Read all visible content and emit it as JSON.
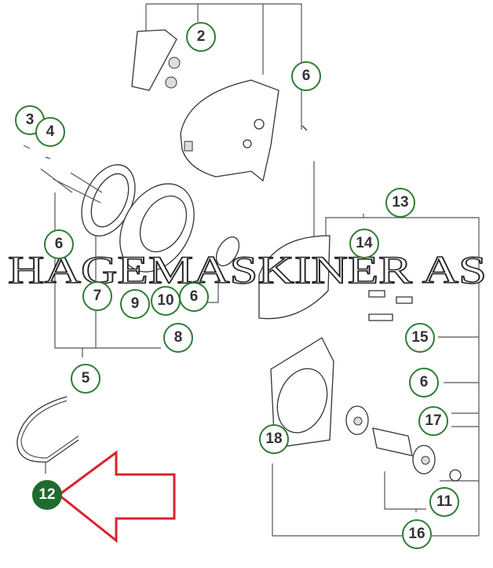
{
  "watermark": "HAGEMASKINER AS",
  "callouts": [
    "2",
    "6",
    "3",
    "4",
    "13",
    "6",
    "14",
    "7",
    "9",
    "10",
    "6",
    "15",
    "8",
    "5",
    "6",
    "17",
    "18",
    "11",
    "12",
    "16"
  ],
  "selected_part": "12",
  "colors": {
    "callout_border": "#2e7d32",
    "selected_fill": "#1f6b2d",
    "arrow": "#d9232d"
  }
}
